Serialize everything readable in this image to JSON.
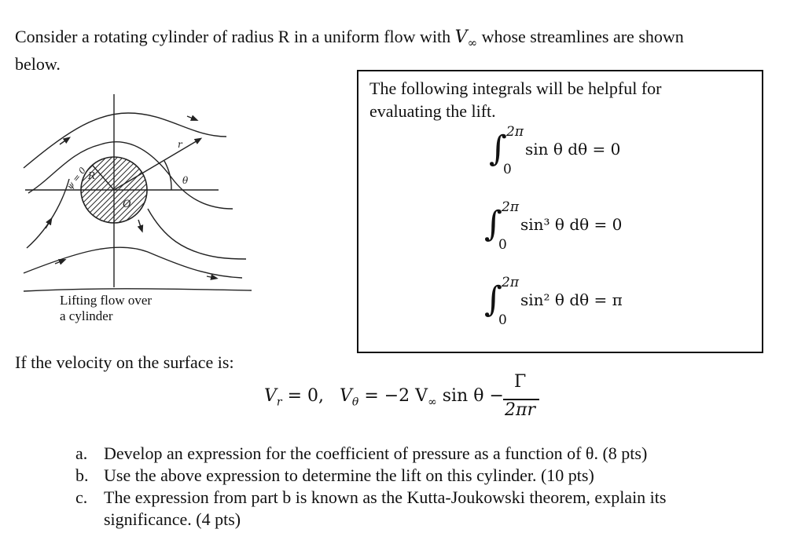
{
  "intro": {
    "line1_a": "Consider a rotating cylinder of radius R in a uniform flow with ",
    "line1_v": "V",
    "line1_sub": "∞",
    "line1_b": " whose streamlines are shown",
    "line2": "below."
  },
  "helper_box": {
    "note_line1": "The following integrals will be helpful for",
    "note_line2": "evaluating the lift.",
    "integrals": [
      {
        "upper": "2π",
        "lower": "0",
        "integrand": "sin θ dθ = 0"
      },
      {
        "upper": "2π",
        "lower": "0",
        "integrand": "sin³ θ dθ = 0"
      },
      {
        "upper": "2π",
        "lower": "0",
        "integrand": "sin² θ dθ = π"
      }
    ]
  },
  "figure": {
    "caption_line1": "Lifting flow over",
    "caption_line2": "a cylinder",
    "label_r": "r",
    "label_R": "R",
    "label_theta": "θ",
    "label_O": "O",
    "label_psi": "ψ = 0"
  },
  "surface": {
    "text": "If the velocity on the surface is:"
  },
  "equation": {
    "vr": "V",
    "vr_sub": "r",
    "vr_rest": " = 0,",
    "vt": "V",
    "vt_sub": "θ",
    "vt_rest": " = −2 V",
    "vt_inf": "∞",
    "vt_sin": " sin θ −",
    "frac_num": "Γ",
    "frac_den": "2πr"
  },
  "questions": [
    {
      "label": "a.",
      "text": "Develop an expression for the coefficient of pressure as a function of θ. (8 pts)"
    },
    {
      "label": "b.",
      "text": "Use the above expression to determine the lift on this cylinder. (10 pts)"
    },
    {
      "label": "c.",
      "text": "The expression from part b is known as the Kutta-Joukowski theorem, explain its",
      "cont": "significance.  (4 pts)"
    }
  ]
}
